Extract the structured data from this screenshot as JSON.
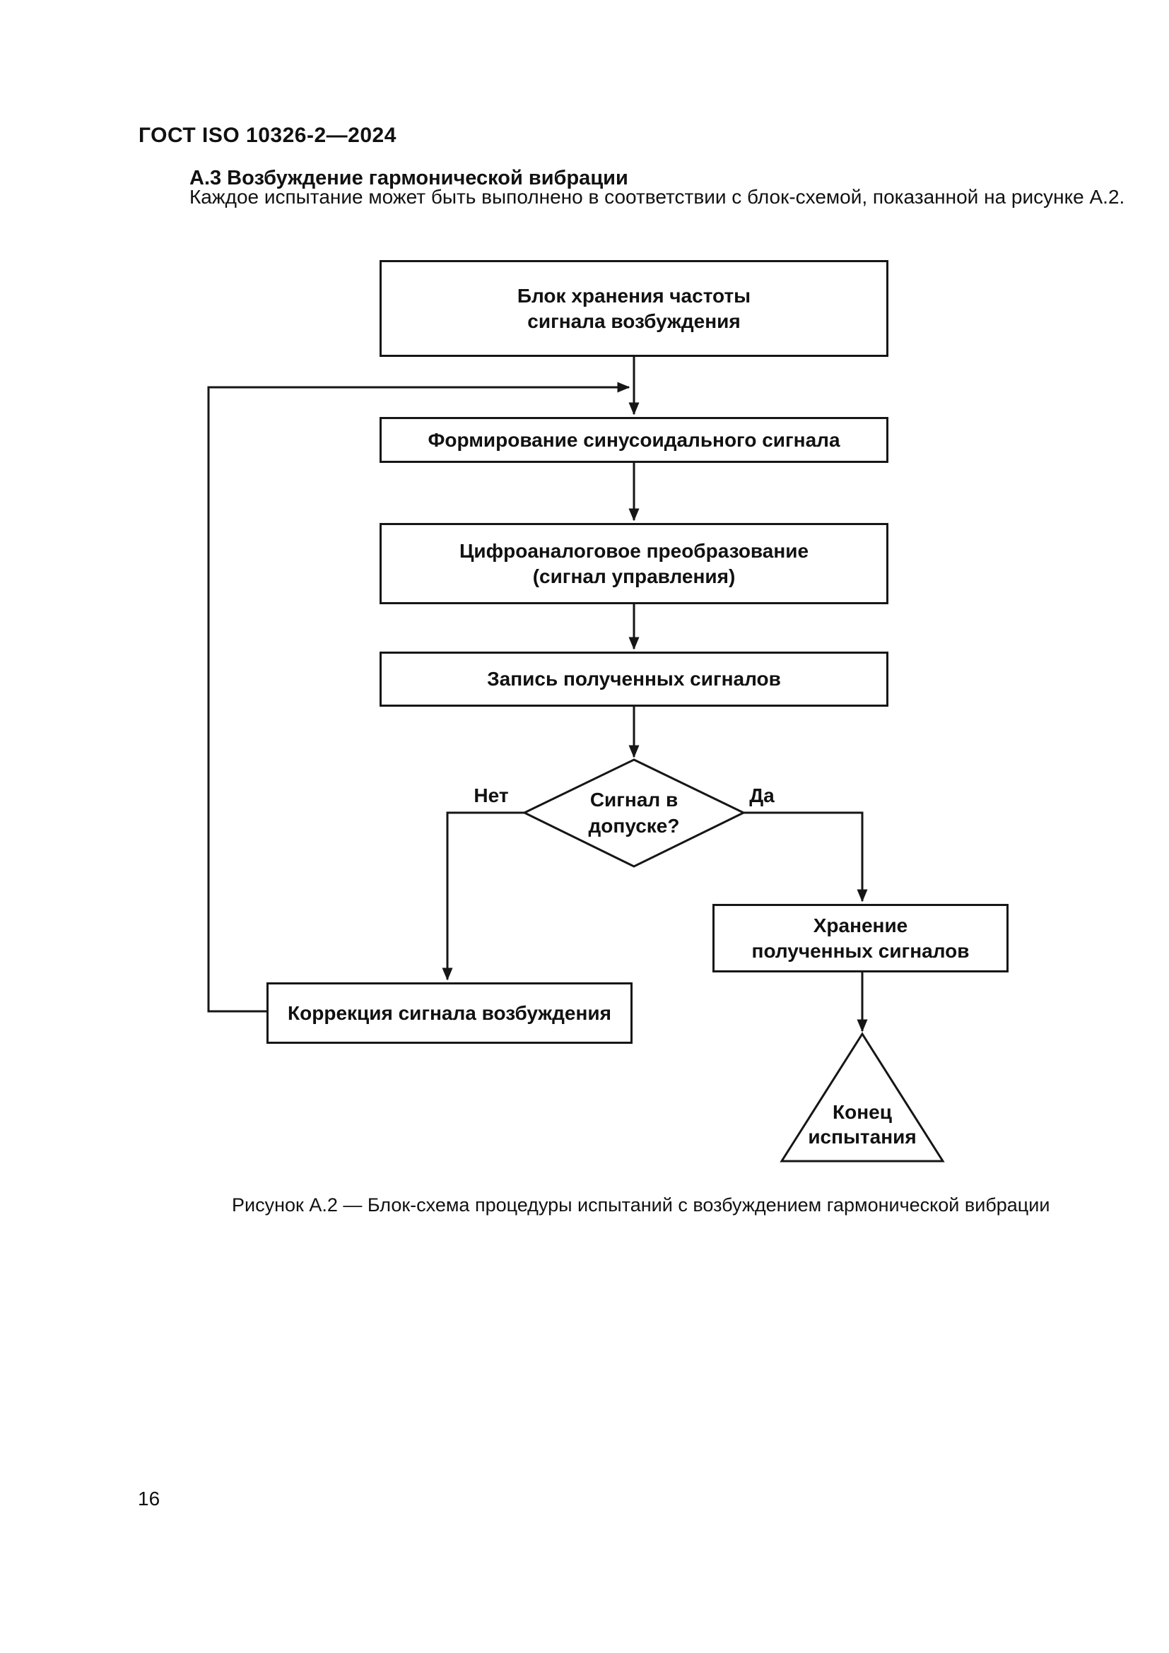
{
  "document": {
    "header": "ГОСТ ISO 10326-2—2024",
    "section_heading": "А.3 Возбуждение гармонической вибрации",
    "paragraph": "Каждое испытание может быть выполнено в соответствии с блок-схемой, показанной на рисунке А.2.",
    "figure_caption": "Рисунок А.2 — Блок-схема процедуры испытаний с возбуждением гармонической вибрации",
    "page_number": "16"
  },
  "flowchart": {
    "nodes": {
      "freq_storage": "Блок хранения частоты\nсигнала возбуждения",
      "sine_generation": "Формирование синусоидального сигнала",
      "dac_conversion": "Цифроаналоговое преобразование\n(сигнал управления)",
      "record_signals": "Запись полученных сигналов",
      "decision": "Сигнал в\nдопуске?",
      "store_signals": "Хранение\nполученных сигналов",
      "correction": "Коррекция сигнала возбуждения",
      "end": "Конец\nиспытания"
    },
    "branch_no": "Нет",
    "branch_yes": "Да"
  },
  "colors": {
    "ink": "#161616",
    "paper": "#ffffff"
  }
}
